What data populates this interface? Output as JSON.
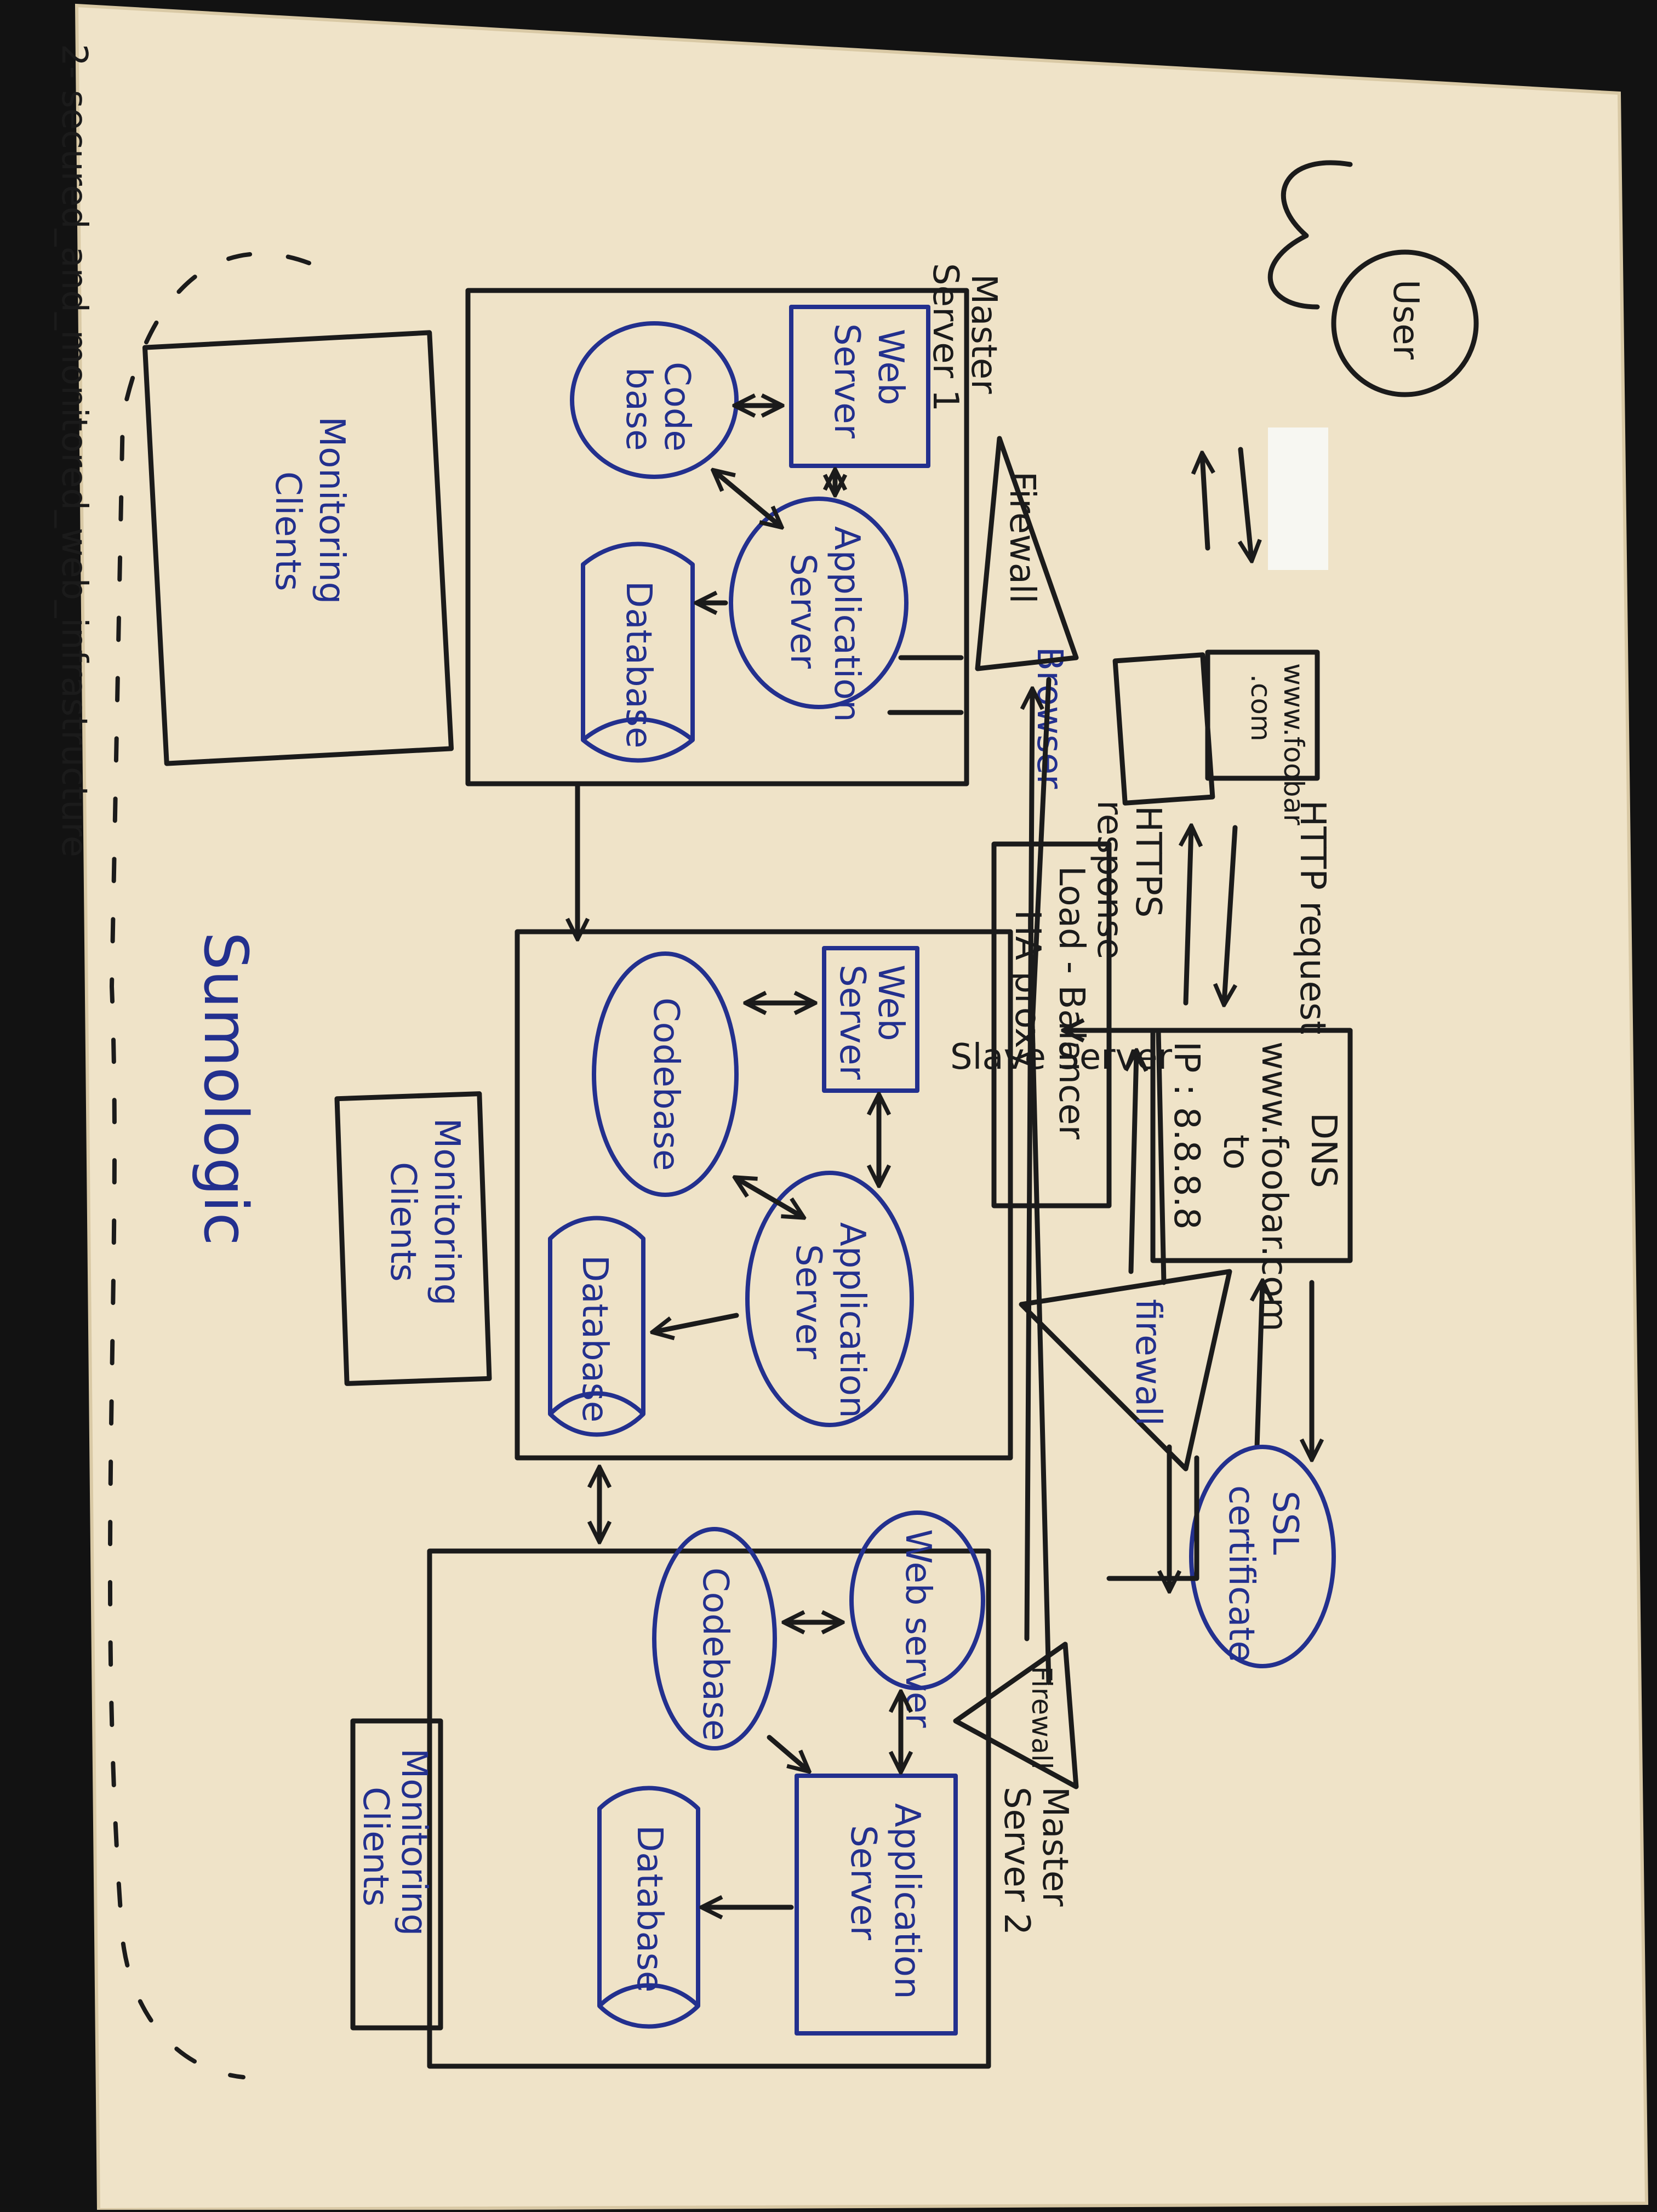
{
  "title": "2- secured_and_monitored_web_infrastructure",
  "user": "User",
  "browser": {
    "label": "Browser",
    "screen_text": [
      "www.foobar",
      ".com"
    ]
  },
  "http_request": "HTTP request",
  "https_response": [
    "HTTPS",
    "response"
  ],
  "dns": {
    "title": "DNS",
    "lines": [
      "www.foobar.com",
      "to",
      "IP : 8.8.8.8"
    ]
  },
  "ssl": [
    "SSL",
    "certificate"
  ],
  "firewall": "Firewall",
  "firewall_lb": "firewall",
  "load_balancer": [
    "Load - Balancer",
    "HA proxy"
  ],
  "master1": {
    "title": [
      "Master",
      "Server 1"
    ],
    "web": [
      "Web",
      "Server"
    ],
    "code": [
      "Code",
      "base"
    ],
    "app": [
      "Application",
      "Server"
    ],
    "db": "Database",
    "monitoring": [
      "Monitoring",
      "Clients"
    ]
  },
  "slave": {
    "title": "Slave Server",
    "web": [
      "Web",
      "Server"
    ],
    "code": "Codebase",
    "app": [
      "Application",
      "Server"
    ],
    "db": "Database",
    "monitoring": [
      "Monitoring",
      "Clients"
    ]
  },
  "master2": {
    "title": [
      "Master",
      "Server 2"
    ],
    "web": "Web server",
    "code": "Codebase",
    "app": [
      "Application",
      "Server"
    ],
    "db": "Database",
    "monitoring": [
      "Monitoring",
      "Clients"
    ],
    "firewall": "Firewall"
  },
  "sumologic": "Sumologic"
}
